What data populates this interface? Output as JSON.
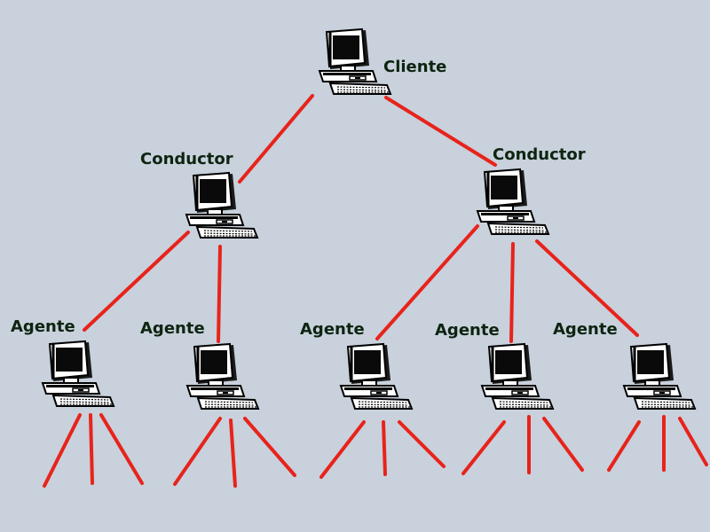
{
  "labels": {
    "client": "Cliente",
    "conductor": "Conductor",
    "agent": "Agente"
  },
  "nodes": [
    {
      "id": "client",
      "role": "client"
    },
    {
      "id": "conductor-left",
      "role": "conductor"
    },
    {
      "id": "conductor-right",
      "role": "conductor"
    },
    {
      "id": "agent-1",
      "role": "agent"
    },
    {
      "id": "agent-2",
      "role": "agent"
    },
    {
      "id": "agent-3",
      "role": "agent"
    },
    {
      "id": "agent-4",
      "role": "agent"
    },
    {
      "id": "agent-5",
      "role": "agent"
    }
  ],
  "edges": [
    {
      "from": "client",
      "to": "conductor-left"
    },
    {
      "from": "client",
      "to": "conductor-right"
    },
    {
      "from": "conductor-left",
      "to": "agent-1"
    },
    {
      "from": "conductor-left",
      "to": "agent-2"
    },
    {
      "from": "conductor-right",
      "to": "agent-3"
    },
    {
      "from": "conductor-right",
      "to": "agent-4"
    },
    {
      "from": "conductor-right",
      "to": "agent-5"
    }
  ],
  "colors": {
    "background": "#c8d1dc",
    "wire": "#e8231b",
    "label": "#0d2410"
  }
}
